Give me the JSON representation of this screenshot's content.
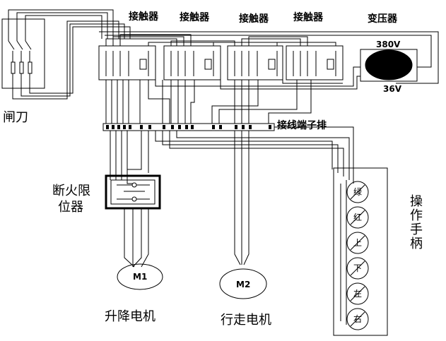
{
  "labels": {
    "knife_switch": "闸刀",
    "contactor_1": "接触器",
    "contactor_2": "接触器",
    "contactor_3": "接触器",
    "contactor_4": "接触器",
    "transformer": "变压器",
    "v_high": "380V",
    "v_low": "36V",
    "terminal_block": "接线端子排",
    "limit_switch_line1": "断火限",
    "limit_switch_line2": "位器",
    "handle": "操作手柄",
    "motor1": "M1",
    "motor2": "M2",
    "motor1_caption": "升降电机",
    "motor2_caption": "行走电机"
  },
  "handle_buttons": [
    "绿",
    "红",
    "上",
    "下",
    "左",
    "右"
  ]
}
